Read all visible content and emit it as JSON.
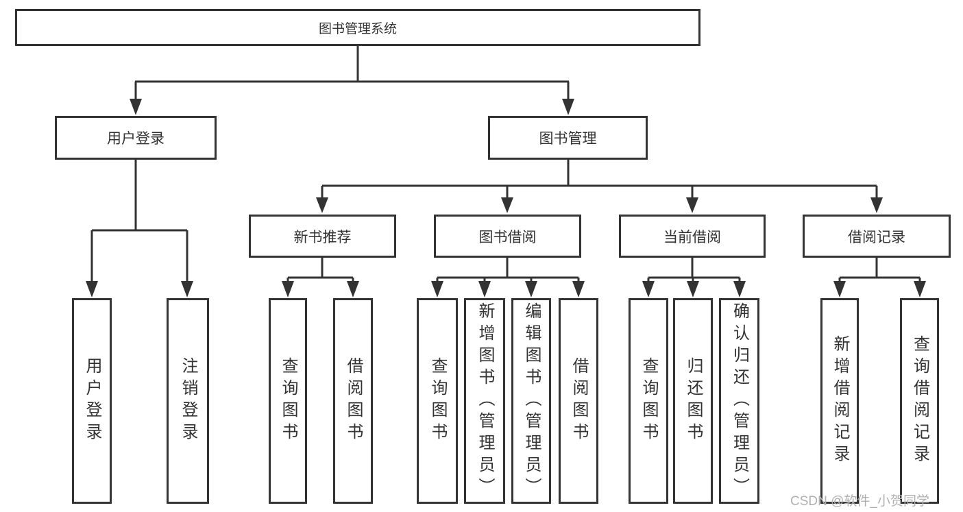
{
  "colors": {
    "line": "#333333",
    "box_border": "#333333",
    "text": "#333333",
    "background": "#ffffff",
    "watermark": "#b0b0b0"
  },
  "watermark": {
    "text": "CSDN @软件_小贺同学"
  },
  "tree": {
    "root": {
      "label": "图书管理系统"
    },
    "branches": [
      {
        "label": "用户登录",
        "children": [
          {
            "label": "用户登录"
          },
          {
            "label": "注销登录"
          }
        ]
      },
      {
        "label": "图书管理",
        "children": [
          {
            "label": "新书推荐",
            "children": [
              {
                "label": "查询图书"
              },
              {
                "label": "借阅图书"
              }
            ]
          },
          {
            "label": "图书借阅",
            "children": [
              {
                "label": "查询图书"
              },
              {
                "label": "新增图书（管理员）"
              },
              {
                "label": "编辑图书（管理员）"
              },
              {
                "label": "借阅图书"
              }
            ]
          },
          {
            "label": "当前借阅",
            "children": [
              {
                "label": "查询图书"
              },
              {
                "label": "归还图书"
              },
              {
                "label": "确认归还（管理员）"
              }
            ]
          },
          {
            "label": "借阅记录",
            "children": [
              {
                "label": "新增借阅记录"
              },
              {
                "label": "查询借阅记录"
              }
            ]
          }
        ]
      }
    ]
  }
}
